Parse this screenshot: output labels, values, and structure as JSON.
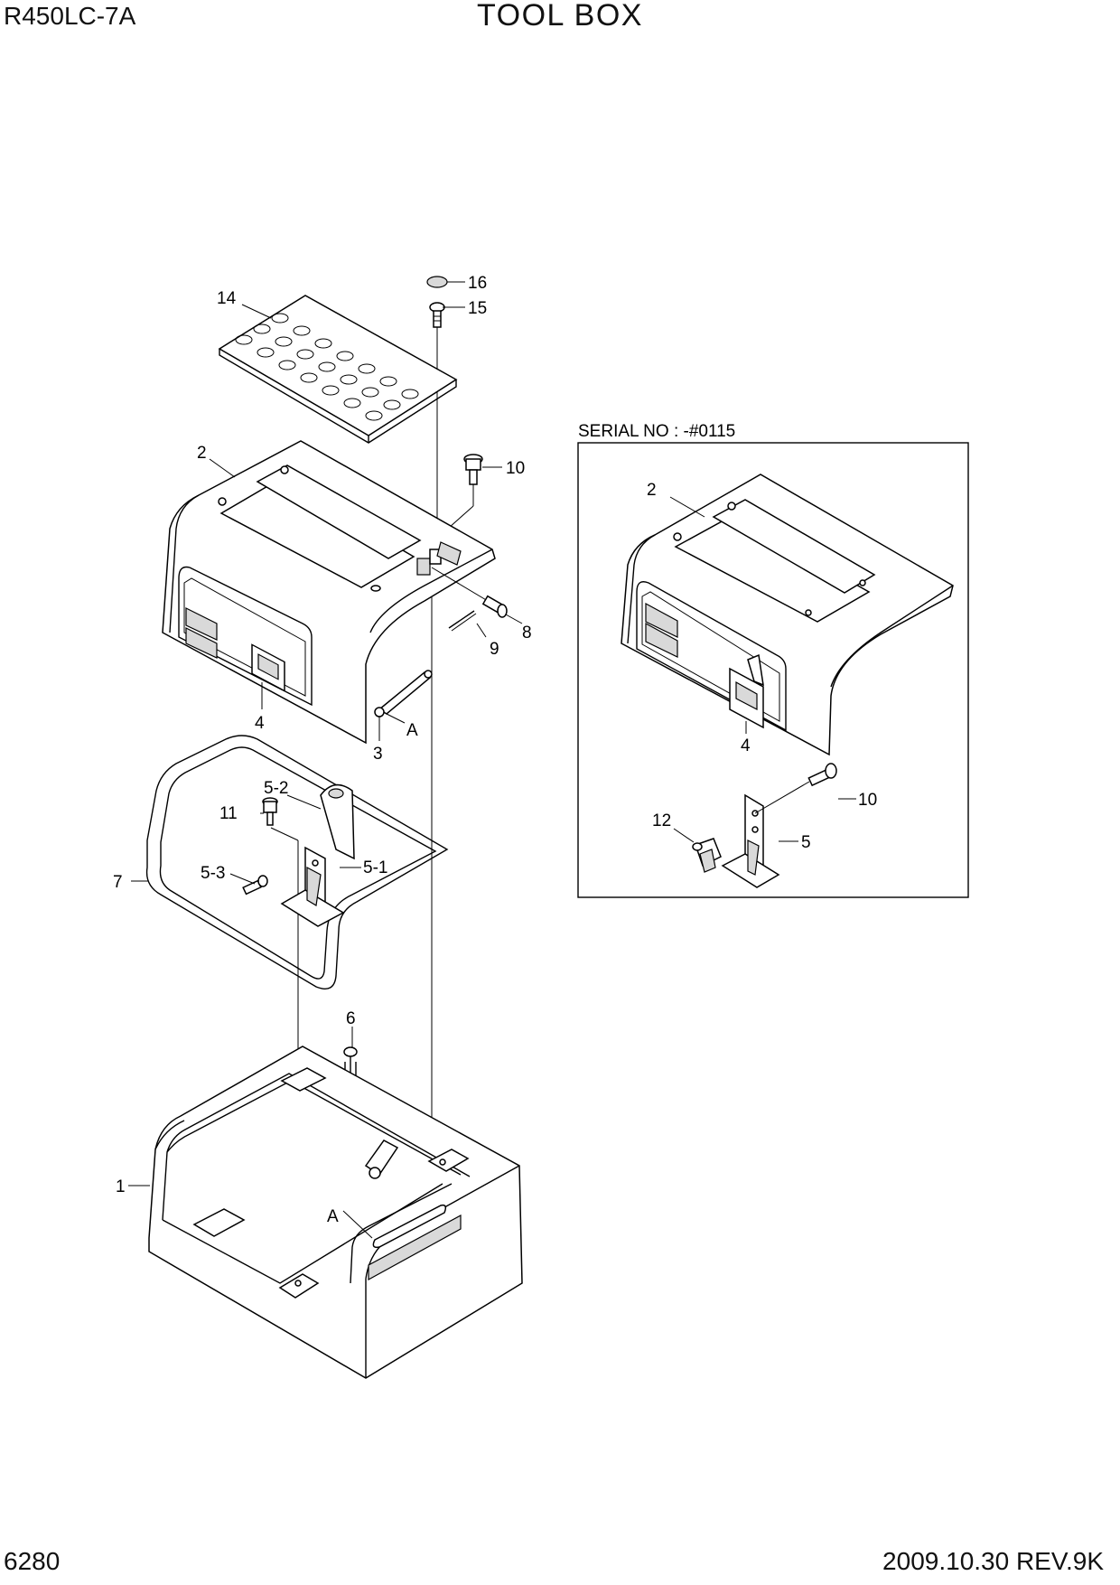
{
  "header": {
    "model": "R450LC-7A",
    "title": "TOOL BOX"
  },
  "footer": {
    "page_number": "6280",
    "revision": "2009.10.30  REV.9K"
  },
  "inset": {
    "serial_note": "SERIAL NO : -#0115"
  },
  "callouts": {
    "main": [
      "16",
      "15",
      "14",
      "10",
      "2",
      "8",
      "9",
      "4",
      "3",
      "A",
      "5-2",
      "11",
      "5-1",
      "5-3",
      "7",
      "6",
      "1",
      "A"
    ],
    "inset": [
      "2",
      "4",
      "10",
      "12",
      "5"
    ]
  }
}
